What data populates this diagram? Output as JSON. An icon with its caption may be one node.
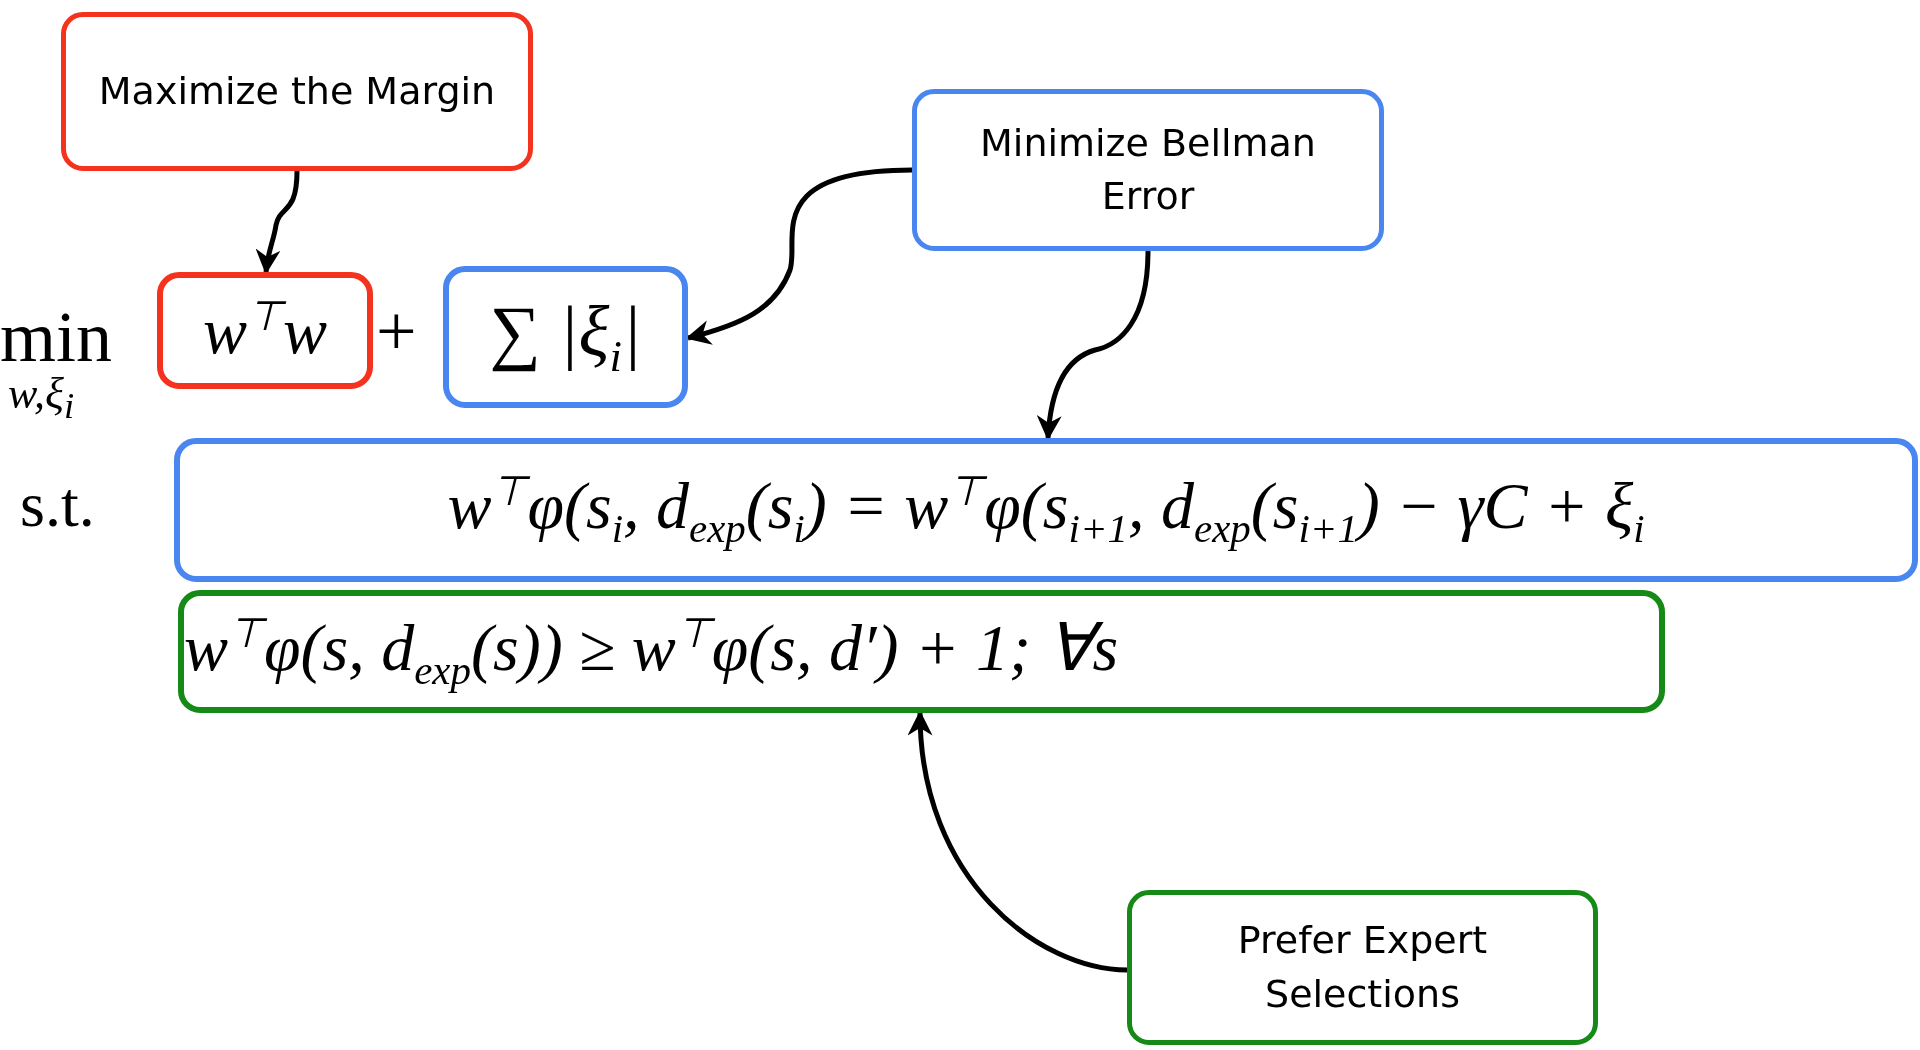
{
  "diagram": {
    "nodes": [
      {
        "text": [
          "Maximize the Margin"
        ]
      },
      {
        "text": [
          "w$^{⊤}$w"
        ]
      },
      {
        "text": [
          "Minimize Bellman Error"
        ]
      },
      {
        "text": [
          "∑ |ξ$_{i}$|"
        ]
      },
      {
        "text": [
          "w$^{⊤}$φ(s$_{i}$, d$_{exp}$(s$_{i}$) = w$^{⊤}$φ(s$_{i+1}$, d$_{exp}$(s$_{i+1}$) − γC + ξ$_{i}$"
        ]
      },
      {
        "text": [
          "w$^{⊤}$φ(s, d$_{exp}$(s)) ≥ w$^{⊤}$φ(s, d′) + 1; ∀s"
        ]
      },
      {
        "text": [
          "Prefer Expert Selections"
        ]
      }
    ],
    "edges": [
      {
        "from": 0,
        "to": 1,
        "arrow": "to"
      },
      {
        "from": 2,
        "to": 3,
        "arrow": "to"
      },
      {
        "from": 2,
        "to": 4,
        "arrow": "to"
      },
      {
        "from": 6,
        "to": 5,
        "arrow": "to"
      }
    ],
    "labels": [
      "min",
      "w,ξ$_{i}$",
      "+",
      "s.t."
    ]
  }
}
